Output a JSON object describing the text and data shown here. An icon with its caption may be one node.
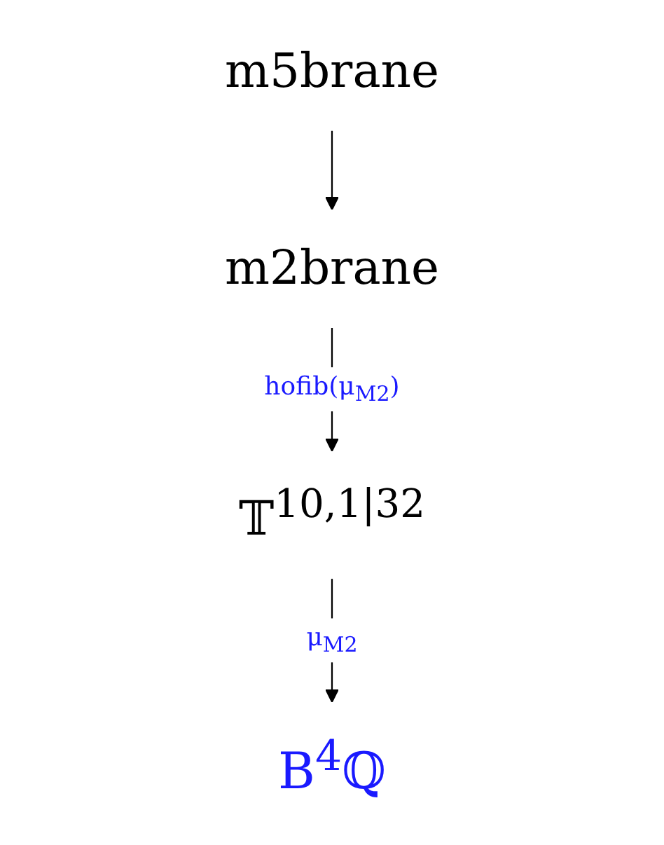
{
  "diagram": {
    "nodes": [
      {
        "text": [
          "m5brane"
        ]
      },
      {
        "text": [
          "m2brane"
        ]
      },
      {
        "text": [
          "𝕋$^{10,1|32}$"
        ]
      },
      {
        "text": [
          "B$^{4}$ℚ"
        ]
      }
    ],
    "edges": [
      {
        "from": 0,
        "to": 1,
        "arrow": "to"
      },
      {
        "from": 1,
        "to": 2,
        "arrow": "to",
        "label": "hofib(μ$_{M2}$)"
      },
      {
        "from": 2,
        "to": 3,
        "arrow": "to",
        "label": "μ$_{M2}$"
      }
    ]
  }
}
